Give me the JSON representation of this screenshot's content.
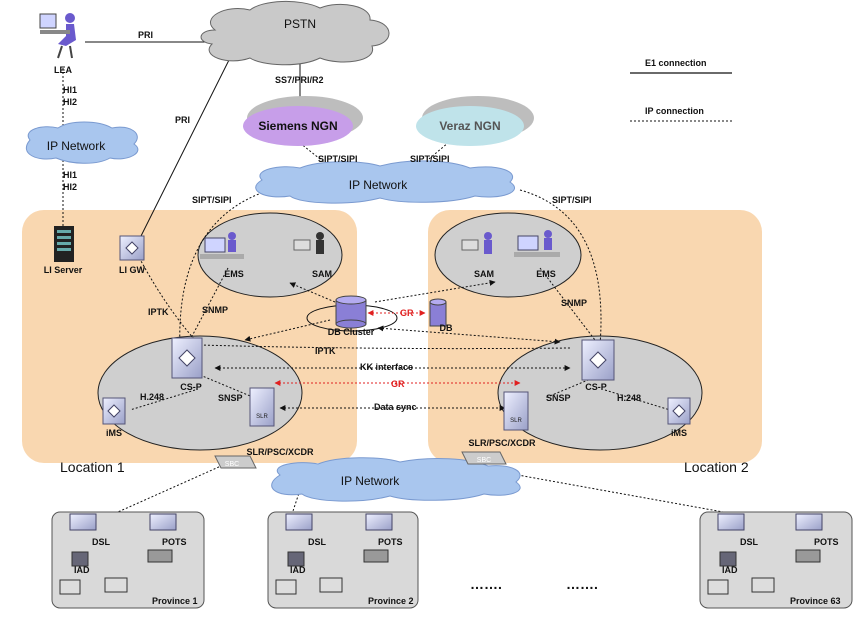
{
  "legend": {
    "e1": "E1 connection",
    "ip": "IP connection"
  },
  "clouds": {
    "pstn": "PSTN",
    "ip_left": "IP Network",
    "ip_top": "IP Network",
    "ip_bottom": "IP Network"
  },
  "ngn": {
    "siemens": "Siemens NGN",
    "veraz": "Veraz NGN"
  },
  "locations": {
    "loc1": "Location 1",
    "loc2": "Location 2"
  },
  "nodes": {
    "lea": "LEA",
    "li_server": "LI Server",
    "li_gw": "LI GW",
    "ems_left": "EMS",
    "sam_left": "SAM",
    "sam_right": "SAM",
    "ems_right": "EMS",
    "db_cluster": "DB Cluster",
    "db": "DB",
    "csp_left": "CS-P",
    "csp_right": "CS-P",
    "ims_left": "iMS",
    "ims_right": "iMS",
    "slr_left": "SLR/PSC/XCDR",
    "slr_right": "SLR/PSC/XCDR",
    "slr_icon": "SLR",
    "sbc_left": "SBC",
    "sbc_right": "SBC"
  },
  "links": {
    "pri_lea": "PRI",
    "pri_ligw": "PRI",
    "ss7": "SS7/PRI/R2",
    "hi_top_1": "HI1",
    "hi_top_2": "HI2",
    "hi_bot_1": "HI1",
    "hi_bot_2": "HI2",
    "sipt_siemens": "SIPT/SIPI",
    "sipt_veraz": "SIPT/SIPI",
    "sipt_left": "SIPT/SIPI",
    "sipt_right": "SIPT/SIPI",
    "iptk_left": "IPTK",
    "iptk_mid": "IPTK",
    "snmp_left": "SNMP",
    "snmp_right": "SNMP",
    "gr_db": "GR",
    "gr_csp": "GR",
    "kk": "KK interface",
    "h248_left": "H.248",
    "h248_right": "H.248",
    "snsp_left": "SNSP",
    "snsp_right": "SNSP",
    "data_sync": "Data sync"
  },
  "provinces": [
    {
      "name": "Province 1",
      "dsl": "DSL",
      "pots": "POTS",
      "iad": "IAD"
    },
    {
      "name": "Province 2",
      "dsl": "DSL",
      "pots": "POTS",
      "iad": "IAD"
    },
    {
      "name": "Province 63",
      "dsl": "DSL",
      "pots": "POTS",
      "iad": "IAD"
    }
  ],
  "ellipsis_1": "…….",
  "ellipsis_2": "…….",
  "colors": {
    "location_fill": "#f9d7b0",
    "cloud_fill": "#a9c6ee",
    "siemens_fill": "#c79ee9",
    "veraz_fill": "#bfe3ea",
    "gr_red": "#e02020",
    "province_fill": "#d9d9d9"
  }
}
